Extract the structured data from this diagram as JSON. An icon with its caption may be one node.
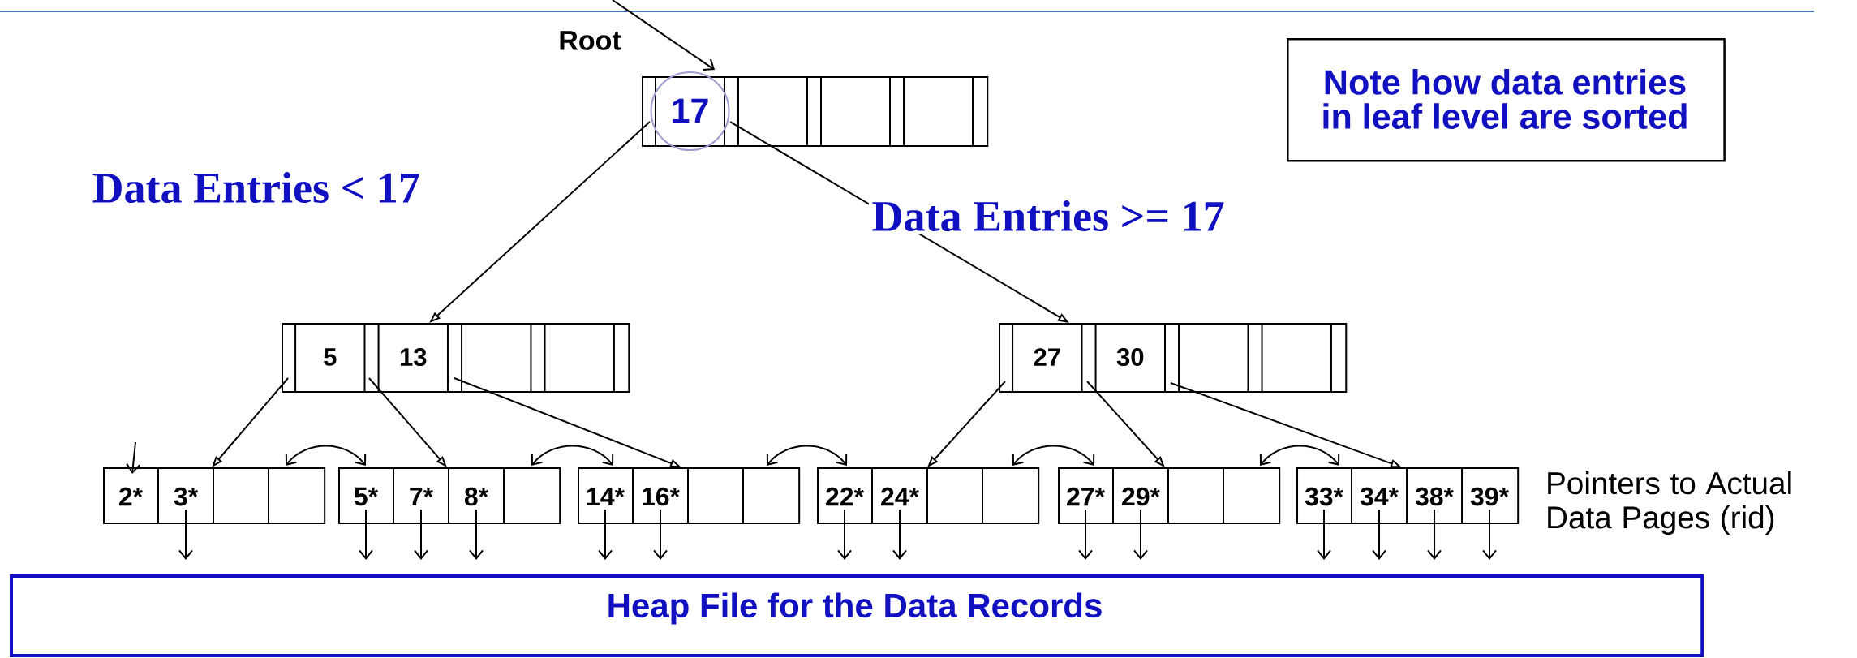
{
  "diagram": {
    "nodes": [
      {
        "text": [
          "17"
        ]
      },
      {
        "text": [
          "5",
          "13"
        ]
      },
      {
        "text": [
          "27",
          "30"
        ]
      },
      {
        "text": [
          "2*",
          "3*"
        ]
      },
      {
        "text": [
          "5*",
          "7*",
          "8*"
        ]
      },
      {
        "text": [
          "14*",
          "16*"
        ]
      },
      {
        "text": [
          "22*",
          "24*"
        ]
      },
      {
        "text": [
          "27*",
          "29*"
        ]
      },
      {
        "text": [
          "33*",
          "34*",
          "38*",
          "39*"
        ]
      },
      {
        "text": [
          "Heap File for the Data Records"
        ]
      },
      {
        "text": [
          "Note how data entries in leaf level are sorted"
        ]
      }
    ],
    "edges": [
      {
        "from": null,
        "to": 0,
        "arrow": "to"
      },
      {
        "from": 0,
        "to": 1,
        "arrow": "to"
      },
      {
        "from": 0,
        "to": 2,
        "arrow": "to"
      },
      {
        "from": 1,
        "to": 3,
        "arrow": "to"
      },
      {
        "from": 1,
        "to": 4,
        "arrow": "to"
      },
      {
        "from": 1,
        "to": 5,
        "arrow": "to"
      },
      {
        "from": 2,
        "to": 6,
        "arrow": "to"
      },
      {
        "from": 2,
        "to": 7,
        "arrow": "to"
      },
      {
        "from": 2,
        "to": 8,
        "arrow": "to"
      },
      {
        "from": 3,
        "to": 4,
        "arrow": "both"
      },
      {
        "from": 4,
        "to": 5,
        "arrow": "both"
      },
      {
        "from": 5,
        "to": 6,
        "arrow": "both"
      },
      {
        "from": 6,
        "to": 7,
        "arrow": "both"
      },
      {
        "from": 7,
        "to": 8,
        "arrow": "both"
      },
      {
        "from": null,
        "to": 3,
        "arrow": "to"
      },
      {
        "from": 3,
        "to": 9,
        "arrow": "to"
      },
      {
        "from": 4,
        "to": 9,
        "arrow": "to"
      },
      {
        "from": 4,
        "to": 9,
        "arrow": "to"
      },
      {
        "from": 4,
        "to": 9,
        "arrow": "to"
      },
      {
        "from": 5,
        "to": 9,
        "arrow": "to"
      },
      {
        "from": 5,
        "to": 9,
        "arrow": "to"
      },
      {
        "from": 6,
        "to": 9,
        "arrow": "to"
      },
      {
        "from": 6,
        "to": 9,
        "arrow": "to"
      },
      {
        "from": 7,
        "to": 9,
        "arrow": "to"
      },
      {
        "from": 7,
        "to": 9,
        "arrow": "to"
      },
      {
        "from": 8,
        "to": 9,
        "arrow": "to"
      },
      {
        "from": 8,
        "to": 9,
        "arrow": "to"
      },
      {
        "from": 8,
        "to": 9,
        "arrow": "to"
      },
      {
        "from": 8,
        "to": 9,
        "arrow": "to"
      }
    ],
    "labels": [
      "Root",
      "Data Entries <  17",
      "Data Entries >=  17",
      "Pointers to Actual Data Pages  (rid)"
    ]
  }
}
